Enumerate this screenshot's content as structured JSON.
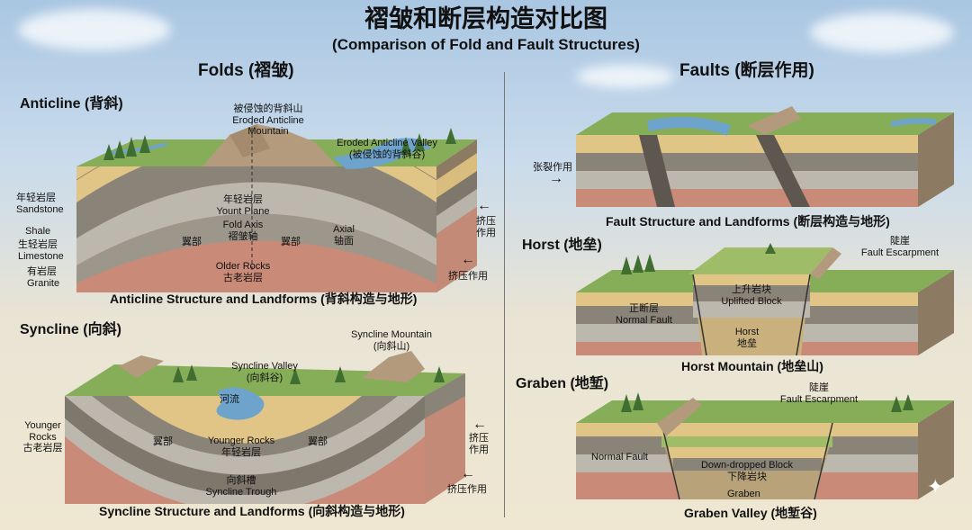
{
  "title": {
    "zh": "褶皱和断层构造对比图",
    "en": "(Comparison of Fold and Fault Structures)"
  },
  "folds": {
    "heading": "Folds (褶皱)",
    "anticline": {
      "heading": "Anticline (背斜)",
      "eroded_mountain": [
        "被侵蚀的背斜山",
        "Eroded Anticline",
        "Mountain"
      ],
      "eroded_valley": [
        "Eroded Anticline Valley",
        "(被侵蚀的背斜谷)"
      ],
      "young_rock": [
        "年轻岩层",
        "Sandstone"
      ],
      "shale": "Shale",
      "limestone": [
        "生轻岩层",
        "Limestone"
      ],
      "granite": [
        "有岩层",
        "Granite"
      ],
      "center_young": [
        "年轻岩层",
        "Yount Plane"
      ],
      "fold_axis": [
        "Fold Axis",
        "褶皱轴"
      ],
      "limb_left": "翼部",
      "limb_right": "翼部",
      "axial": [
        "Axial",
        "轴面"
      ],
      "older": [
        "Older Rocks",
        "古老岩层"
      ],
      "compress1": [
        "挤压",
        "作用"
      ],
      "compress2": "挤压作用",
      "caption": "Anticline Structure and Landforms (背斜构造与地形)"
    },
    "syncline": {
      "heading": "Syncline (向斜)",
      "mountain": [
        "Syncline Mountain",
        "(向斜山)"
      ],
      "valley": [
        "Syncline Valley",
        "(向斜谷)"
      ],
      "river": "河流",
      "younger_left": [
        "Younger",
        "Rocks",
        "古老岩层"
      ],
      "limb_left": "翼部",
      "limb_right": "翼部",
      "younger_center": [
        "Younger Rocks",
        "年轻岩层"
      ],
      "trough": [
        "向斜槽",
        "Syncline Trough"
      ],
      "compress1": [
        "挤压",
        "作用"
      ],
      "compress2": "挤压作用",
      "caption": "Syncline Structure and Landforms (向斜构造与地形)"
    }
  },
  "faults": {
    "heading": "Faults (断层作用)",
    "general": {
      "tension": "张裂作用",
      "caption": "Fault Structure and Landforms (断层构造与地形)"
    },
    "horst": {
      "heading": "Horst (地垒)",
      "cliff": "陡崖",
      "escarpment": "Fault Escarpment",
      "uplifted": [
        "上升岩块",
        "Uplifted Block"
      ],
      "normal_fault": [
        "正断层",
        "Normal Fault"
      ],
      "horst_label": [
        "Horst",
        "地垒"
      ],
      "caption": "Horst Mountain (地垒山)"
    },
    "graben": {
      "heading": "Graben (地堑)",
      "cliff": "陡崖",
      "escarpment": "Fault Escarpment",
      "normal_fault": "Normal Fault",
      "down_block": [
        "Down-dropped Block",
        "下降岩块"
      ],
      "graben_label": "Graben",
      "caption": "Graben Valley (地堑谷)"
    }
  },
  "colors": {
    "sandstone": "#e3c98a",
    "shale": "#8b8478",
    "limestone": "#bdb9b0",
    "granite": "#c98a78",
    "grass": "#7fa650",
    "water": "#6aa0c8"
  }
}
